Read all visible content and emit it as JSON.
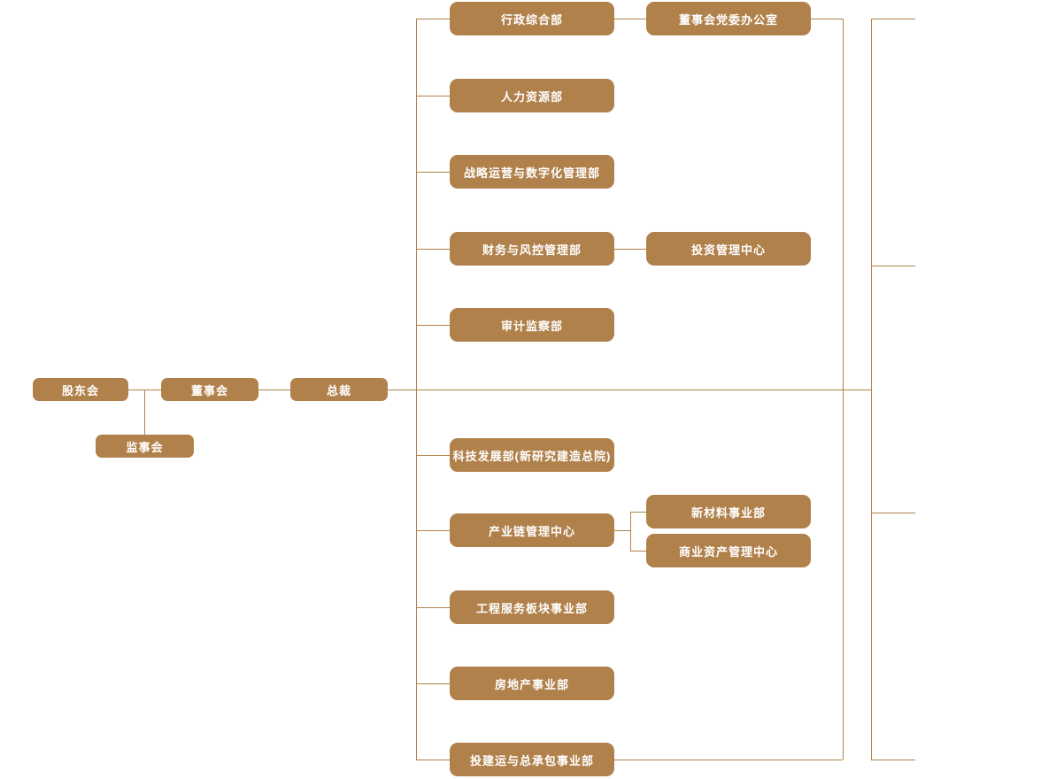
{
  "colors": {
    "node_fill": "#B1814B",
    "connector": "#B1814B",
    "node_text": "#FFFFFF",
    "background": "#FFFFFF"
  },
  "nodes": {
    "shareholders": "股东会",
    "supervisory_board": "监事会",
    "board_of_directors": "董事会",
    "president": "总裁",
    "admin_general_dept": "行政综合部",
    "board_party_committee_office": "董事会党委办公室",
    "human_resources_dept": "人力资源部",
    "strategy_ops_digital_dept": "战略运营与数字化管理部",
    "finance_risk_control_dept": "财务与风控管理部",
    "investment_management_center": "投资管理中心",
    "audit_supervision_dept": "审计监察部",
    "tech_development_dept": "科技发展部(新研究建造总院)",
    "industry_chain_center": "产业链管理中心",
    "new_materials_division": "新材料事业部",
    "commercial_asset_center": "商业资产管理中心",
    "engineering_services_division": "工程服务板块事业部",
    "real_estate_division": "房地产事业部",
    "investment_construction_division": "投建运与总承包事业部"
  },
  "edges": [
    [
      "shareholders",
      "board_of_directors"
    ],
    [
      "shareholders",
      "supervisory_board"
    ],
    [
      "board_of_directors",
      "president"
    ],
    [
      "president",
      "admin_general_dept"
    ],
    [
      "president",
      "human_resources_dept"
    ],
    [
      "president",
      "strategy_ops_digital_dept"
    ],
    [
      "president",
      "finance_risk_control_dept"
    ],
    [
      "president",
      "audit_supervision_dept"
    ],
    [
      "president",
      "tech_development_dept"
    ],
    [
      "president",
      "industry_chain_center"
    ],
    [
      "president",
      "engineering_services_division"
    ],
    [
      "president",
      "real_estate_division"
    ],
    [
      "president",
      "investment_construction_division"
    ],
    [
      "admin_general_dept",
      "board_party_committee_office"
    ],
    [
      "finance_risk_control_dept",
      "investment_management_center"
    ],
    [
      "industry_chain_center",
      "new_materials_division"
    ],
    [
      "industry_chain_center",
      "commercial_asset_center"
    ]
  ]
}
